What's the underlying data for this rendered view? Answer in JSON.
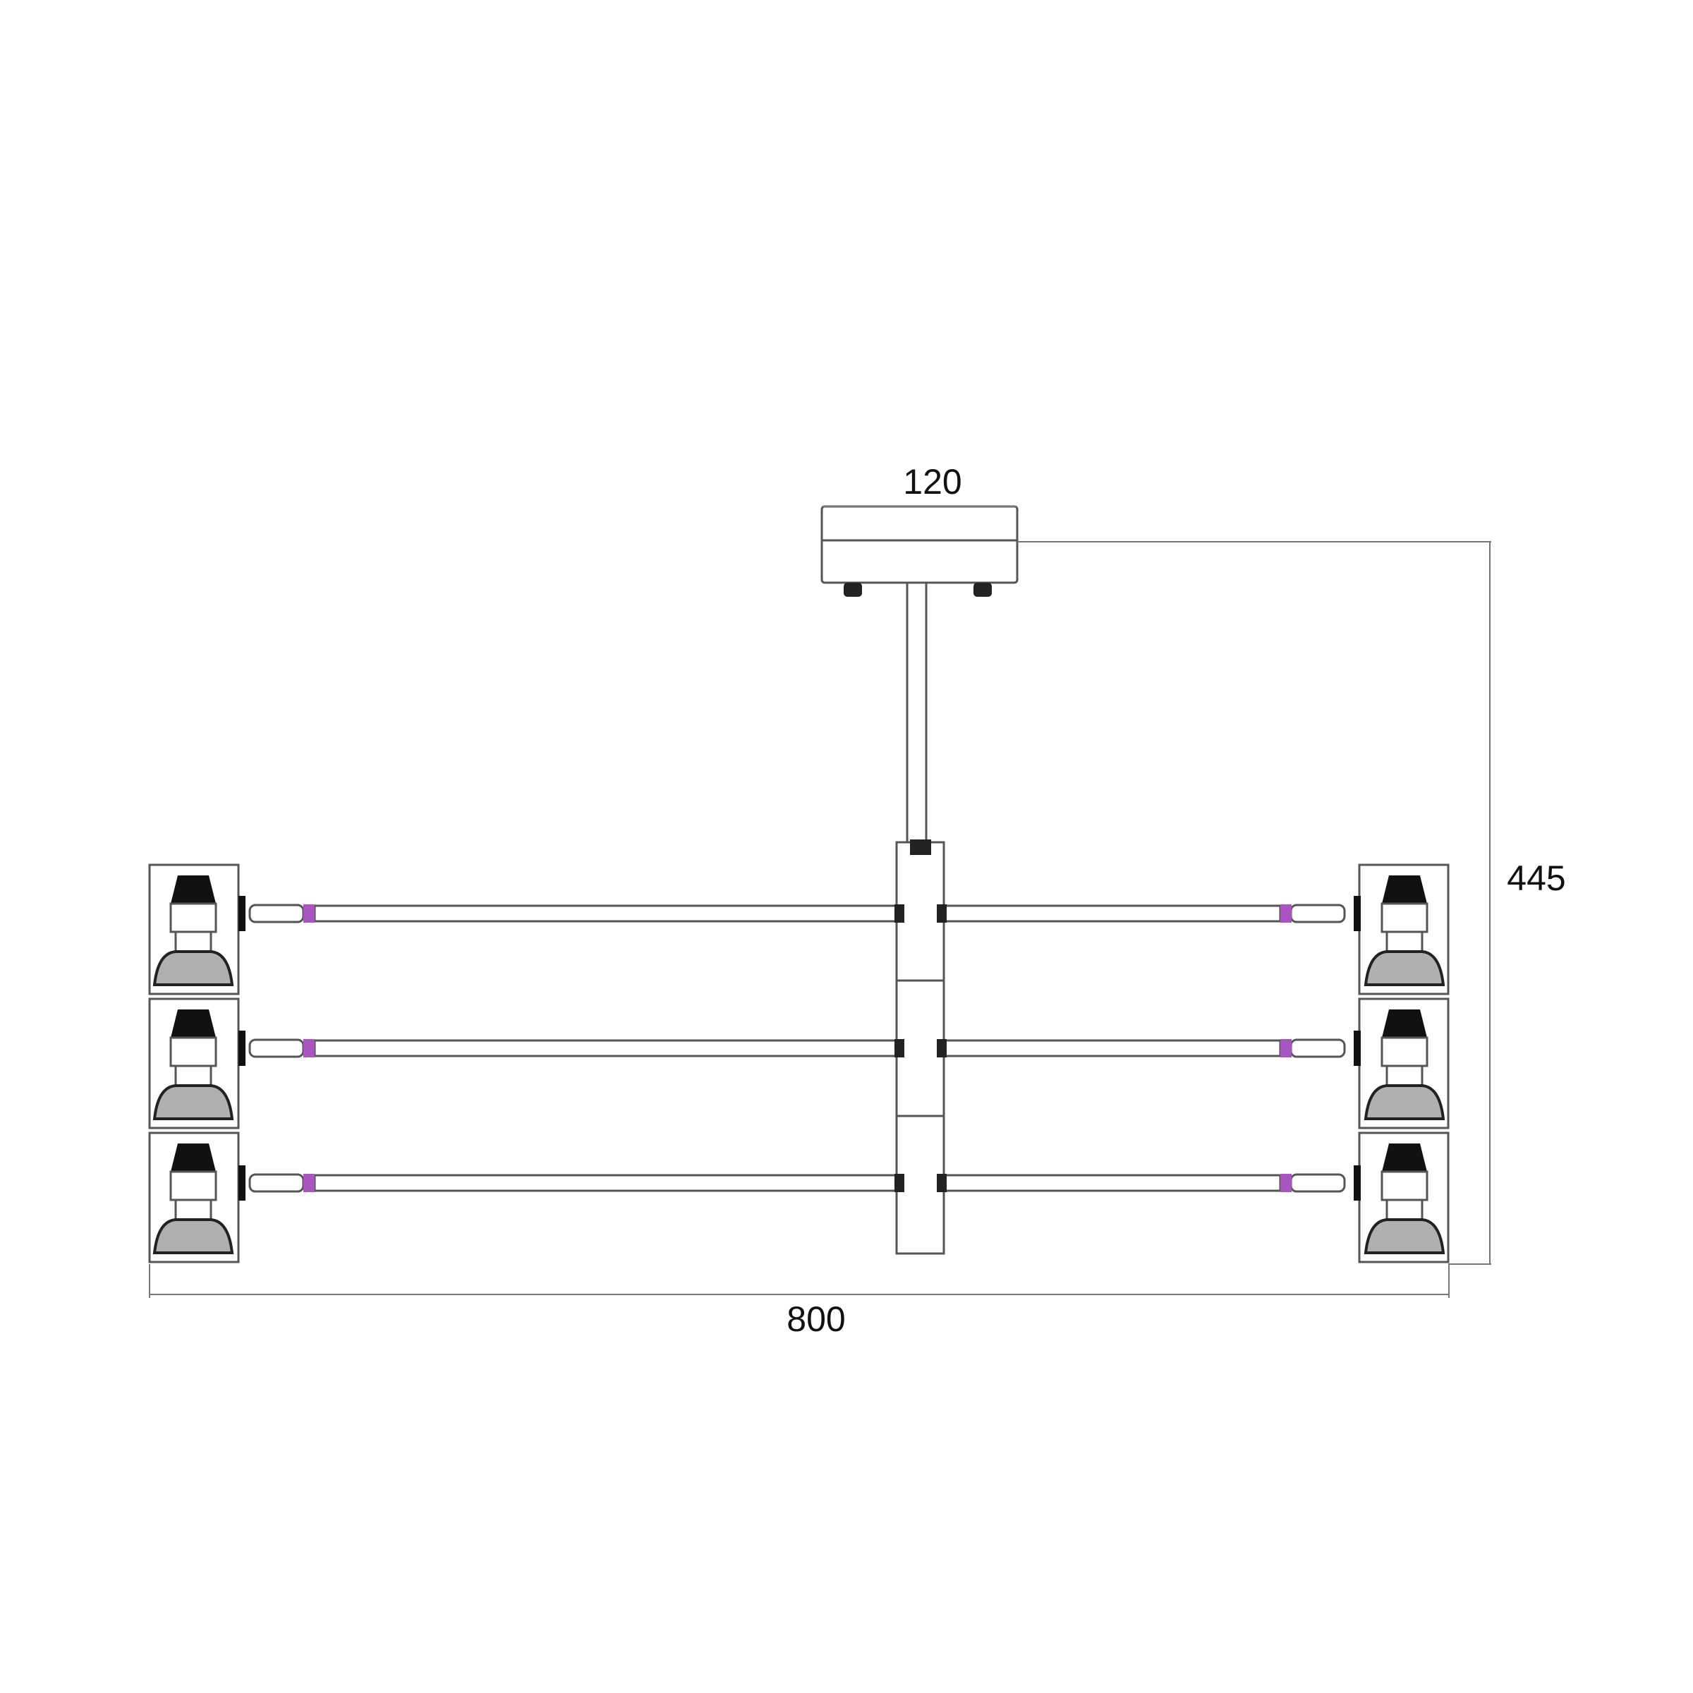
{
  "dimensions": {
    "canopy_width": "120",
    "overall_height": "445",
    "overall_width": "800"
  },
  "colors": {
    "line": "#555555",
    "connector_accent": "#a855c0",
    "lamp_shade": "#b0b0b0"
  },
  "fixture": {
    "arms_per_side": 3
  }
}
